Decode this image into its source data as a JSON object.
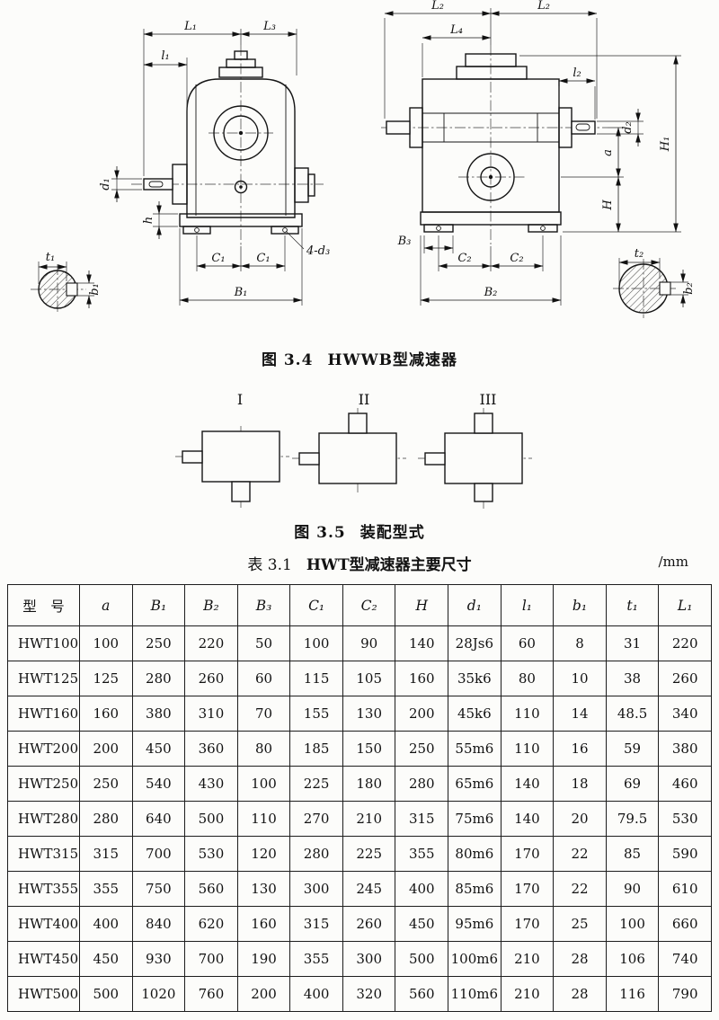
{
  "figure_3_4": {
    "caption_number": "图 3.4",
    "caption_title": "HWWB型减速器",
    "front_view": {
      "L1": "L₁",
      "L3": "L₃",
      "l1": "l₁",
      "d1": "d₁",
      "h": "h",
      "C1a": "C₁",
      "C1b": "C₁",
      "B1": "B₁",
      "d3": "4-d₃"
    },
    "left_section": {
      "t1": "t₁",
      "b1": "b₁"
    },
    "side_view": {
      "L2a": "L₂",
      "L2b": "L₂",
      "L4": "L₄",
      "l2": "l₂",
      "d2": "d₂",
      "H1": "H₁",
      "a": "a",
      "H": "H",
      "B3": "B₃",
      "C2a": "C₂",
      "C2b": "C₂",
      "B2": "B₂"
    },
    "right_section": {
      "t2": "t₂",
      "b2": "b₂"
    }
  },
  "figure_3_5": {
    "caption_number": "图 3.5",
    "caption_title": "装配型式",
    "variants": [
      "I",
      "II",
      "III"
    ]
  },
  "table": {
    "number": "表 3.1",
    "title": "HWT型减速器主要尺寸",
    "unit": "/mm",
    "headers": [
      "型　号",
      "a",
      "B₁",
      "B₂",
      "B₃",
      "C₁",
      "C₂",
      "H",
      "d₁",
      "l₁",
      "b₁",
      "t₁",
      "L₁"
    ],
    "rows": [
      [
        "HWT100",
        "100",
        "250",
        "220",
        "50",
        "100",
        "90",
        "140",
        "28Js6",
        "60",
        "8",
        "31",
        "220"
      ],
      [
        "HWT125",
        "125",
        "280",
        "260",
        "60",
        "115",
        "105",
        "160",
        "35k6",
        "80",
        "10",
        "38",
        "260"
      ],
      [
        "HWT160",
        "160",
        "380",
        "310",
        "70",
        "155",
        "130",
        "200",
        "45k6",
        "110",
        "14",
        "48.5",
        "340"
      ],
      [
        "HWT200",
        "200",
        "450",
        "360",
        "80",
        "185",
        "150",
        "250",
        "55m6",
        "110",
        "16",
        "59",
        "380"
      ],
      [
        "HWT250",
        "250",
        "540",
        "430",
        "100",
        "225",
        "180",
        "280",
        "65m6",
        "140",
        "18",
        "69",
        "460"
      ],
      [
        "HWT280",
        "280",
        "640",
        "500",
        "110",
        "270",
        "210",
        "315",
        "75m6",
        "140",
        "20",
        "79.5",
        "530"
      ],
      [
        "HWT315",
        "315",
        "700",
        "530",
        "120",
        "280",
        "225",
        "355",
        "80m6",
        "170",
        "22",
        "85",
        "590"
      ],
      [
        "HWT355",
        "355",
        "750",
        "560",
        "130",
        "300",
        "245",
        "400",
        "85m6",
        "170",
        "22",
        "90",
        "610"
      ],
      [
        "HWT400",
        "400",
        "840",
        "620",
        "160",
        "315",
        "260",
        "450",
        "95m6",
        "170",
        "25",
        "100",
        "660"
      ],
      [
        "HWT450",
        "450",
        "930",
        "700",
        "190",
        "355",
        "300",
        "500",
        "100m6",
        "210",
        "28",
        "106",
        "740"
      ],
      [
        "HWT500",
        "500",
        "1020",
        "760",
        "200",
        "400",
        "320",
        "560",
        "110m6",
        "210",
        "28",
        "116",
        "790"
      ]
    ]
  }
}
